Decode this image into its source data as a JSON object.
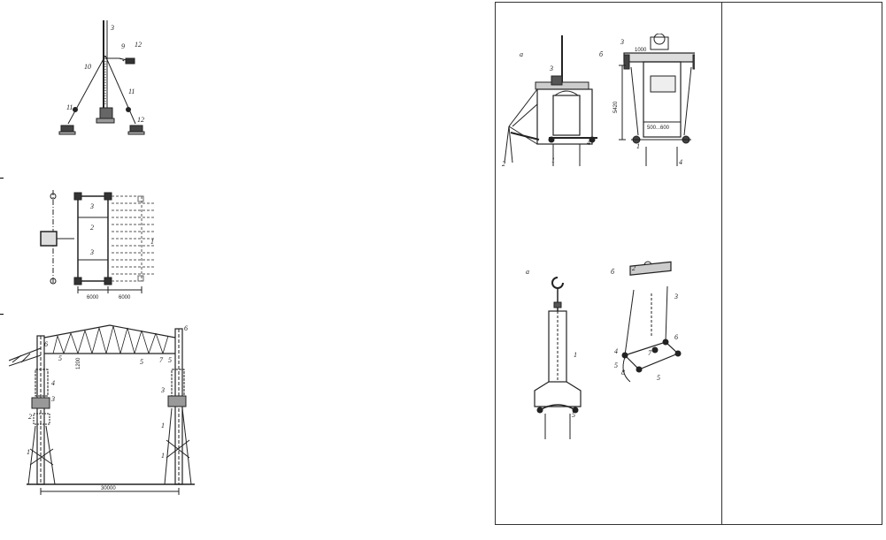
{
  "figure_mast": {
    "labels": [
      "3",
      "9",
      "12",
      "10",
      "11",
      "11",
      "12"
    ]
  },
  "figure_plan": {
    "labels": [
      "3",
      "2",
      "3",
      "1"
    ],
    "dimensions": [
      "6000",
      "6000"
    ]
  },
  "figure_hall": {
    "labels": [
      "6",
      "1200",
      "5",
      "5",
      "7",
      "5",
      "6",
      "4",
      "3",
      "2",
      "1",
      "3",
      "1",
      "1"
    ],
    "dimensions": [
      "30000"
    ]
  },
  "figure_grip_top": {
    "panel_labels": [
      "a",
      "б"
    ],
    "labels": [
      "3",
      "2",
      "1",
      "4",
      "3",
      "1",
      "4"
    ],
    "dimensions": [
      "1000",
      "5420",
      "500...600"
    ]
  },
  "figure_grip_bottom": {
    "panel_labels": [
      "a",
      "б"
    ],
    "labels": [
      "1",
      "5",
      "2",
      "3",
      "6",
      "4",
      "7",
      "8",
      "5",
      "5"
    ]
  },
  "colors": {
    "line": "#222222",
    "frame": "#333333",
    "background": "#ffffff"
  }
}
